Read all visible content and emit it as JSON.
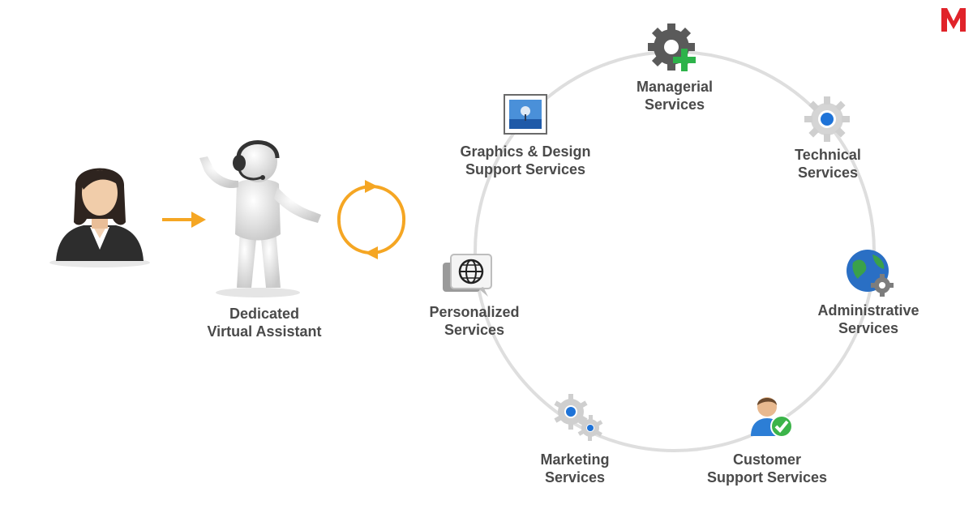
{
  "assistant_label": {
    "line1": "Dedicated",
    "line2": "Virtual Assistant"
  },
  "services": [
    {
      "line1": "Managerial",
      "line2": "Services",
      "icon": "gear-plus-icon"
    },
    {
      "line1": "Technical",
      "line2": "Services",
      "icon": "blue-gear-icon"
    },
    {
      "line1": "Administrative",
      "line2": "Services",
      "icon": "globe-gear-icon"
    },
    {
      "line1": "Customer",
      "line2": "Support Services",
      "icon": "user-check-icon"
    },
    {
      "line1": "Marketing",
      "line2": "Services",
      "icon": "double-gear-icon"
    },
    {
      "line1": "Personalized",
      "line2": "Services",
      "icon": "globe-chat-icon"
    },
    {
      "line1": "Graphics & Design",
      "line2": "Support Services",
      "icon": "picture-icon"
    }
  ],
  "logo_letter": "M",
  "colors": {
    "accent_orange": "#f5a623",
    "ring_gray": "#dcdcdc",
    "label_gray": "#4a4a4a",
    "logo_red": "#e0232a"
  }
}
